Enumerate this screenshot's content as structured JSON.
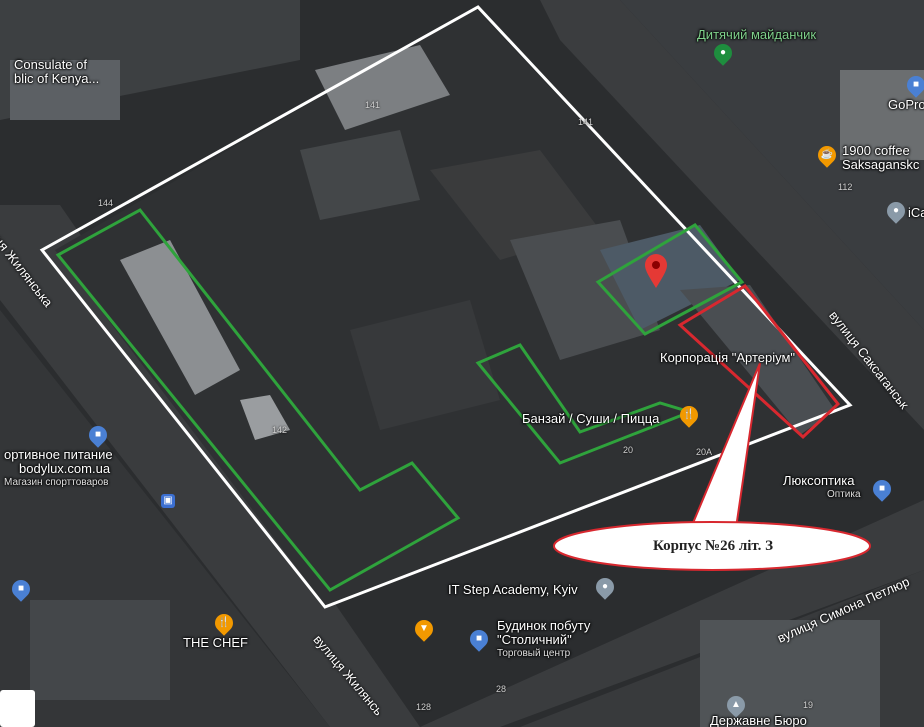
{
  "map": {
    "colors": {
      "outer_boundary": "#ffffff",
      "green_outline": "#2fa33c",
      "red_outline": "#d8282f",
      "pin": "#e53935"
    },
    "streets": [
      {
        "id": "zhylianska-top",
        "label": "ця Жилянська"
      },
      {
        "id": "zhylianska-bottom",
        "label": "вулиця Жилянсь"
      },
      {
        "id": "saksahanskoho",
        "label": "вулиця Саксаганськ"
      },
      {
        "id": "petliury",
        "label": "вулиця Симона Петлюр"
      }
    ],
    "pois": [
      {
        "id": "consulate",
        "label": "Consulate of",
        "label2": "blic of Kenya..."
      },
      {
        "id": "playground",
        "label": "Дитячий майданчик"
      },
      {
        "id": "gopro",
        "label": "GoPro"
      },
      {
        "id": "coffee",
        "label": "1900 coffee",
        "label2": "Saksaganskc"
      },
      {
        "id": "ica",
        "label": "iCa"
      },
      {
        "id": "arterium",
        "label": "Корпорація \"Артеріум\""
      },
      {
        "id": "banzai",
        "label": "Банзай / Суши / Пицца"
      },
      {
        "id": "luksoptika",
        "label": "Люксоптика",
        "sub": "Оптика"
      },
      {
        "id": "bodylux",
        "label": "ортивное питание",
        "label2": "bodylux.com.ua",
        "sub": "Магазин спорттоваров"
      },
      {
        "id": "itstep",
        "label": "IT Step Academy, Kyiv"
      },
      {
        "id": "chef",
        "label": "THE CHEF"
      },
      {
        "id": "budynok",
        "label": "Будинок побуту",
        "label2": "\"Столичний\"",
        "sub": "Торговый центр"
      },
      {
        "id": "derzh",
        "label": "Державне Бюро"
      }
    ],
    "building_numbers": [
      "141",
      "141",
      "144",
      "112",
      "142",
      "20",
      "20А",
      "128",
      "28",
      "19"
    ],
    "callout": {
      "text": "Корпус №26 літ. З"
    }
  }
}
